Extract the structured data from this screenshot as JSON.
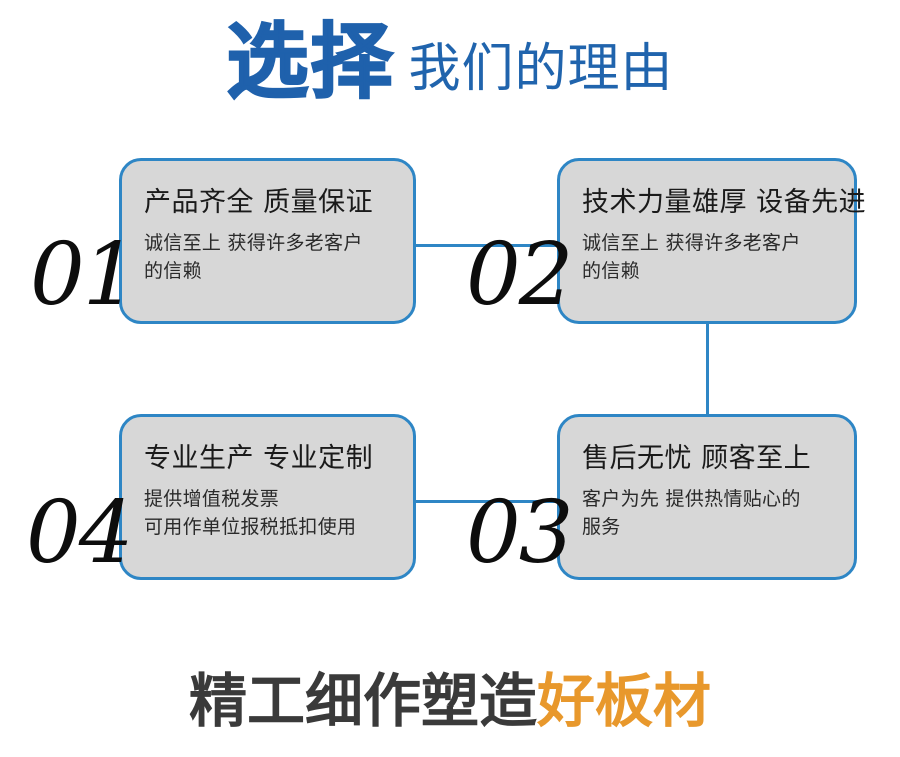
{
  "header": {
    "title_strong": "选择",
    "title_light": "我们的理由"
  },
  "colors": {
    "brand_blue": "#1f61ac",
    "line_blue": "#2e86c5",
    "card_fill": "#d7d7d7",
    "accent_orange": "#e8982c",
    "text_dark": "#3a3a3a"
  },
  "cards": [
    {
      "number": "01",
      "title": "产品齐全 质量保证",
      "body_lines": [
        "诚信至上 获得许多老客户",
        "的信赖"
      ]
    },
    {
      "number": "02",
      "title": "技术力量雄厚 设备先进",
      "body_lines": [
        "诚信至上 获得许多老客户",
        "的信赖"
      ]
    },
    {
      "number": "03",
      "title": "售后无忧 顾客至上",
      "body_lines": [
        "客户为先 提供热情贴心的",
        "服务"
      ]
    },
    {
      "number": "04",
      "title": "专业生产 专业定制",
      "body_lines": [
        "提供增值税发票",
        "可用作单位报税抵扣使用"
      ]
    }
  ],
  "footer": {
    "text_dark": "精工细作塑造",
    "text_accent": "好板材"
  }
}
